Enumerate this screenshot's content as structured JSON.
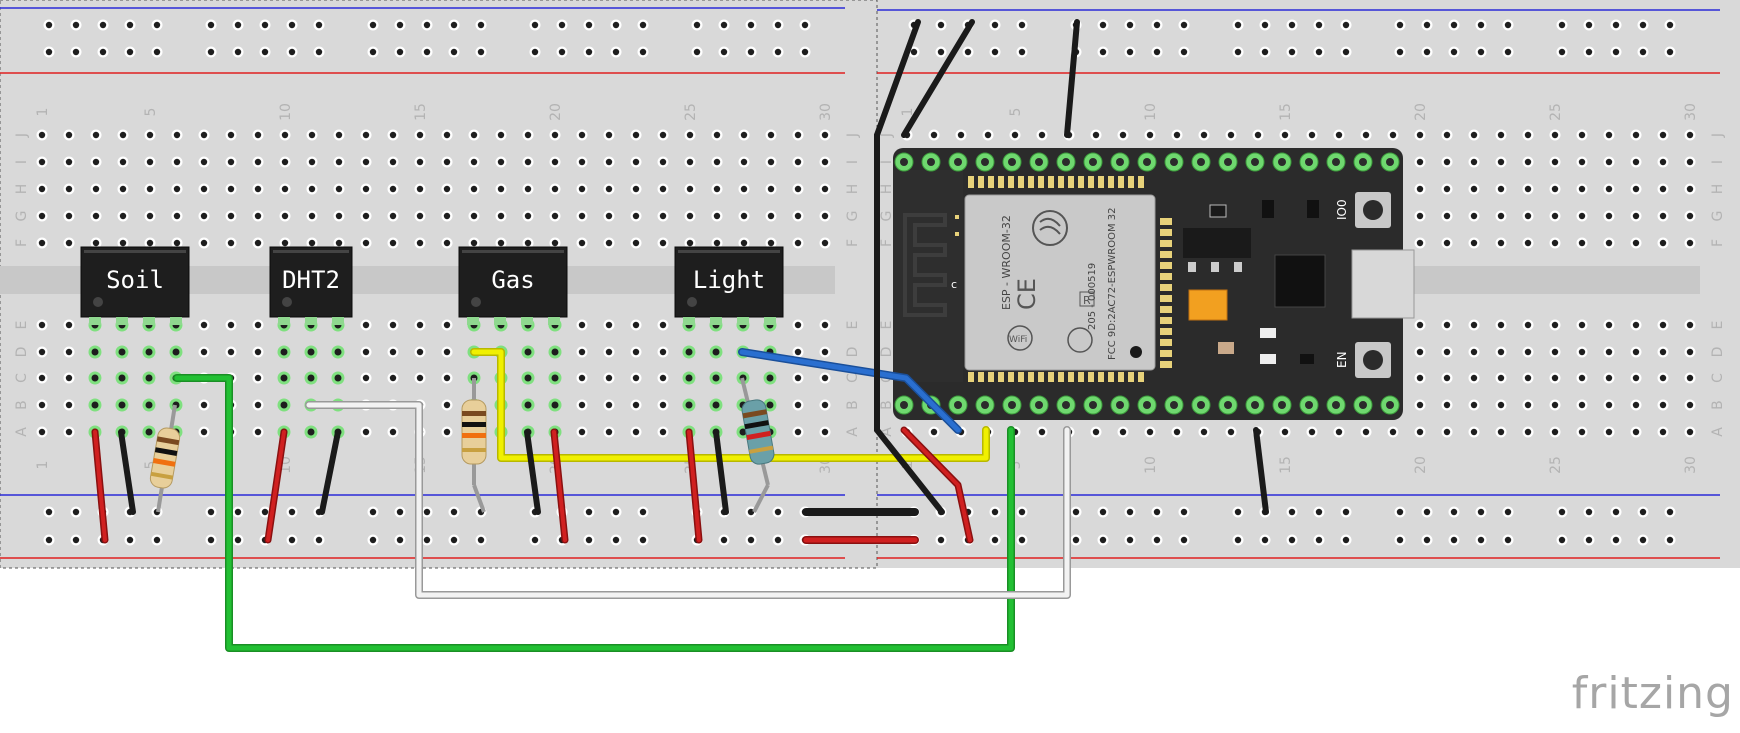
{
  "chips": [
    {
      "id": "soil",
      "label": "Soil"
    },
    {
      "id": "dht",
      "label": "DHT2"
    },
    {
      "id": "gas",
      "label": "Gas"
    },
    {
      "id": "light",
      "label": "Light"
    }
  ],
  "column_numbers": [
    "1",
    "5",
    "10",
    "15",
    "20",
    "25",
    "30"
  ],
  "row_letters_top": [
    "J",
    "I",
    "H",
    "G",
    "F"
  ],
  "row_letters_bottom": [
    "E",
    "D",
    "C",
    "B",
    "A"
  ],
  "esp32": {
    "module_text": "ESP - WROOM-32",
    "cert_line1": "205 - 000519",
    "cert_line2": "FCC 9D:2AC72-ESPWROOM 32",
    "ce_mark": "CE",
    "r_mark": "R",
    "c_mark": "c",
    "wifi_mark": "WiFi",
    "button_io0": "IO0",
    "button_en": "EN"
  },
  "brand": "fritzing",
  "colors": {
    "board": "#d9d9d9",
    "rail_red": "#e02020",
    "rail_blue": "#2b2bd8",
    "wire_red": "#cc1f1f",
    "wire_black": "#1a1a1a",
    "wire_green": "#20b030",
    "wire_white": "#f2f2f2",
    "wire_yellow": "#f0f000",
    "wire_blue": "#2a6fd0",
    "chip": "#1e1e1e",
    "esp_board": "#2b2b2b",
    "esp_module": "#c9c9c9"
  }
}
